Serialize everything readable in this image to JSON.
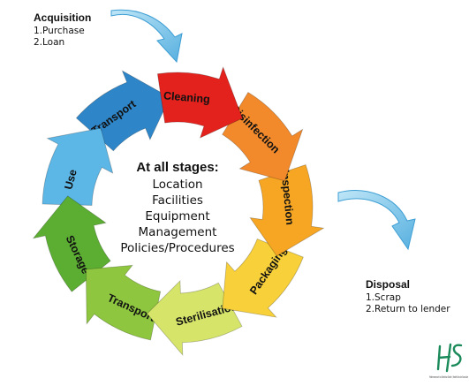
{
  "acquisition": {
    "title": "Acquisition",
    "items": [
      "1.Purchase",
      "2.Loan"
    ]
  },
  "disposal": {
    "title": "Disposal",
    "items": [
      "1.Scrap",
      "2.Return to lender"
    ]
  },
  "center": {
    "title": "At all stages:",
    "items": [
      "Location",
      "Facilities",
      "Equipment",
      "Management",
      "Policies/Procedures"
    ]
  },
  "cycle_stages": [
    {
      "label": "Cleaning",
      "color": "#e3221d"
    },
    {
      "label": "Disinfection",
      "color": "#f28a2c"
    },
    {
      "label": "Inspection",
      "color": "#f6a623"
    },
    {
      "label": "Packaging",
      "color": "#f7d03a"
    },
    {
      "label": "Sterilisation",
      "color": "#d6e56a"
    },
    {
      "label": "Transport",
      "color": "#8ec63f"
    },
    {
      "label": "Storage",
      "color": "#5cae33"
    },
    {
      "label": "Use",
      "color": "#5cb6e6"
    },
    {
      "label": "Transport",
      "color": "#2e86c9"
    }
  ],
  "logo": {
    "mark": "HSE",
    "caption": "Feidhmeannacht na Seirbhíse Sláinte / Health Service Executive"
  }
}
